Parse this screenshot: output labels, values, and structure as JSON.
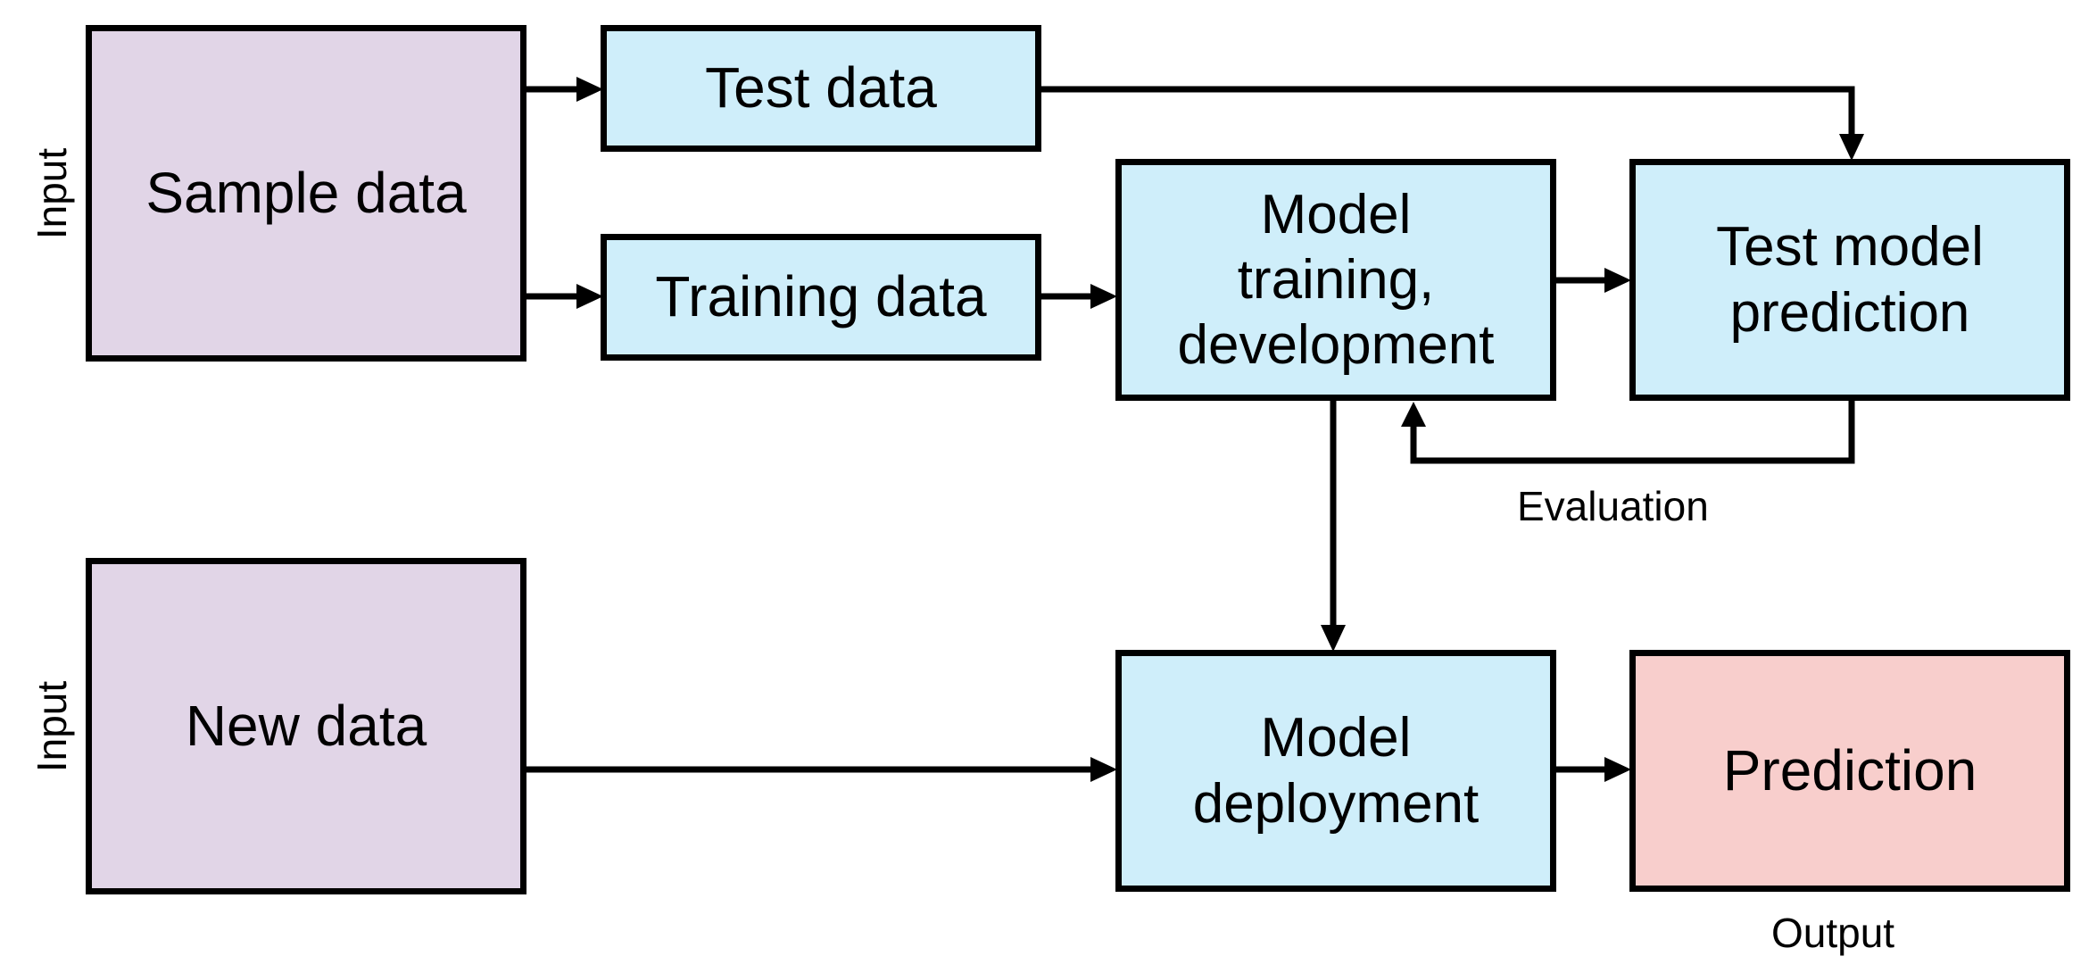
{
  "colors": {
    "input_box": "#e1d5e7",
    "process_box": "#cfeefa",
    "output_box": "#f8cecc",
    "border": "#000000",
    "arrow": "#000000",
    "text": "#000000"
  },
  "nodes": {
    "sample_data": "Sample data",
    "new_data": "New data",
    "test_data": "Test data",
    "training_data": "Training data",
    "model_training": "Model\ntraining,\ndevelopment",
    "test_model_prediction": "Test model\nprediction",
    "model_deployment": "Model\ndeployment",
    "prediction": "Prediction"
  },
  "labels": {
    "input_top": "Input",
    "input_bottom": "Input",
    "evaluation": "Evaluation",
    "output": "Output"
  },
  "edges": [
    {
      "from": "sample_data",
      "to": "test_data"
    },
    {
      "from": "sample_data",
      "to": "training_data"
    },
    {
      "from": "test_data",
      "to": "test_model_prediction"
    },
    {
      "from": "training_data",
      "to": "model_training"
    },
    {
      "from": "model_training",
      "to": "test_model_prediction"
    },
    {
      "from": "test_model_prediction",
      "to": "model_training",
      "label": "Evaluation"
    },
    {
      "from": "model_training",
      "to": "model_deployment"
    },
    {
      "from": "new_data",
      "to": "model_deployment"
    },
    {
      "from": "model_deployment",
      "to": "prediction"
    }
  ]
}
